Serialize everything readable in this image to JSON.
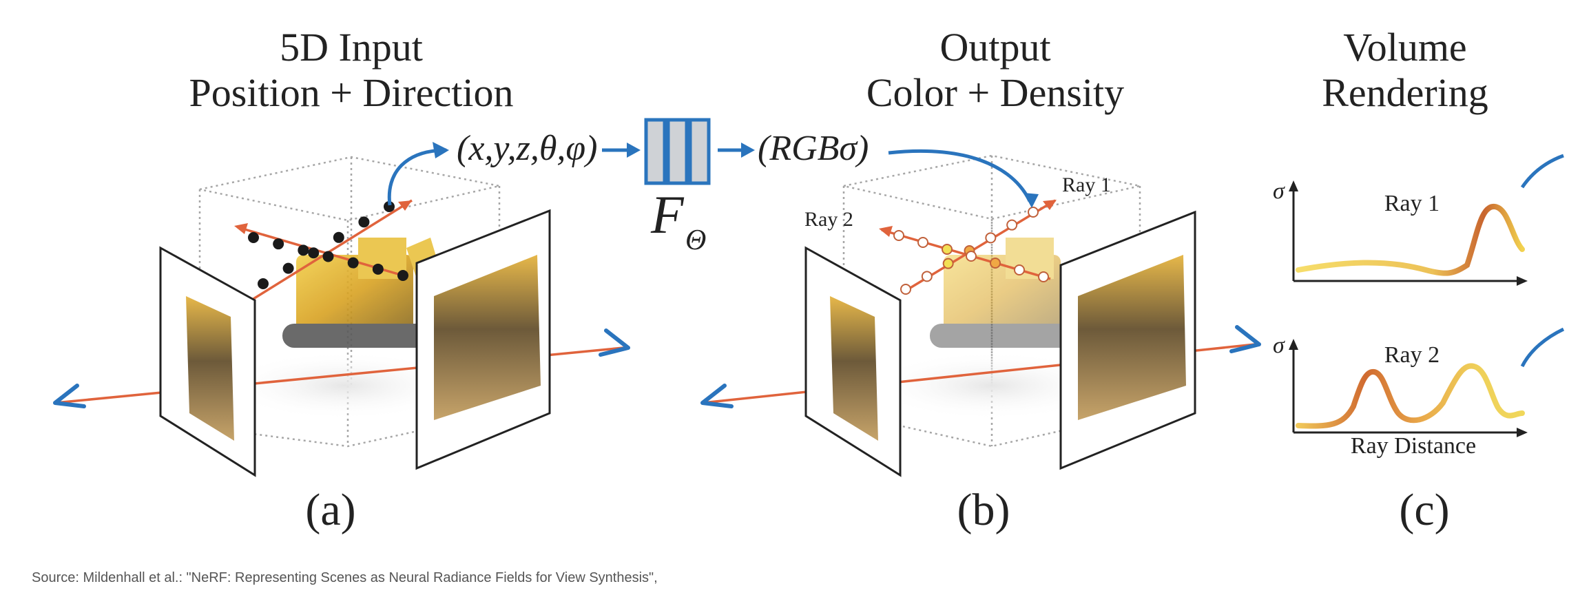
{
  "panels": {
    "a": {
      "title_line1": "5D Input",
      "title_line2": "Position + Direction",
      "label": "(a)"
    },
    "b": {
      "title_line1": "Output",
      "title_line2": "Color + Density",
      "label": "(b)",
      "ray1_label": "Ray 1",
      "ray2_label": "Ray 2"
    },
    "c": {
      "title_line1": "Volume",
      "title_line2": "Rendering",
      "label": "(c)",
      "plot1_title": "Ray 1",
      "plot2_title": "Ray 2",
      "y_axis_symbol": "σ",
      "x_axis_label": "Ray Distance"
    }
  },
  "network": {
    "input_tuple": "(x,y,z,θ,φ)",
    "output_tuple": "(RGBσ)",
    "function_symbol": "F",
    "function_subscript": "Θ"
  },
  "source": "Source: Mildenhall et al.: \"NeRF: Representing Scenes as Neural Radiance Fields for View Synthesis\",",
  "colors": {
    "ray": "#e0633c",
    "arrow_blue": "#2a74bd",
    "net_fill": "#cfd2d6",
    "sample_point": "#1a1a1a",
    "box_edge": "#9c9c9c",
    "curve_low": "#f4d65a",
    "curve_high": "#c8642e"
  }
}
